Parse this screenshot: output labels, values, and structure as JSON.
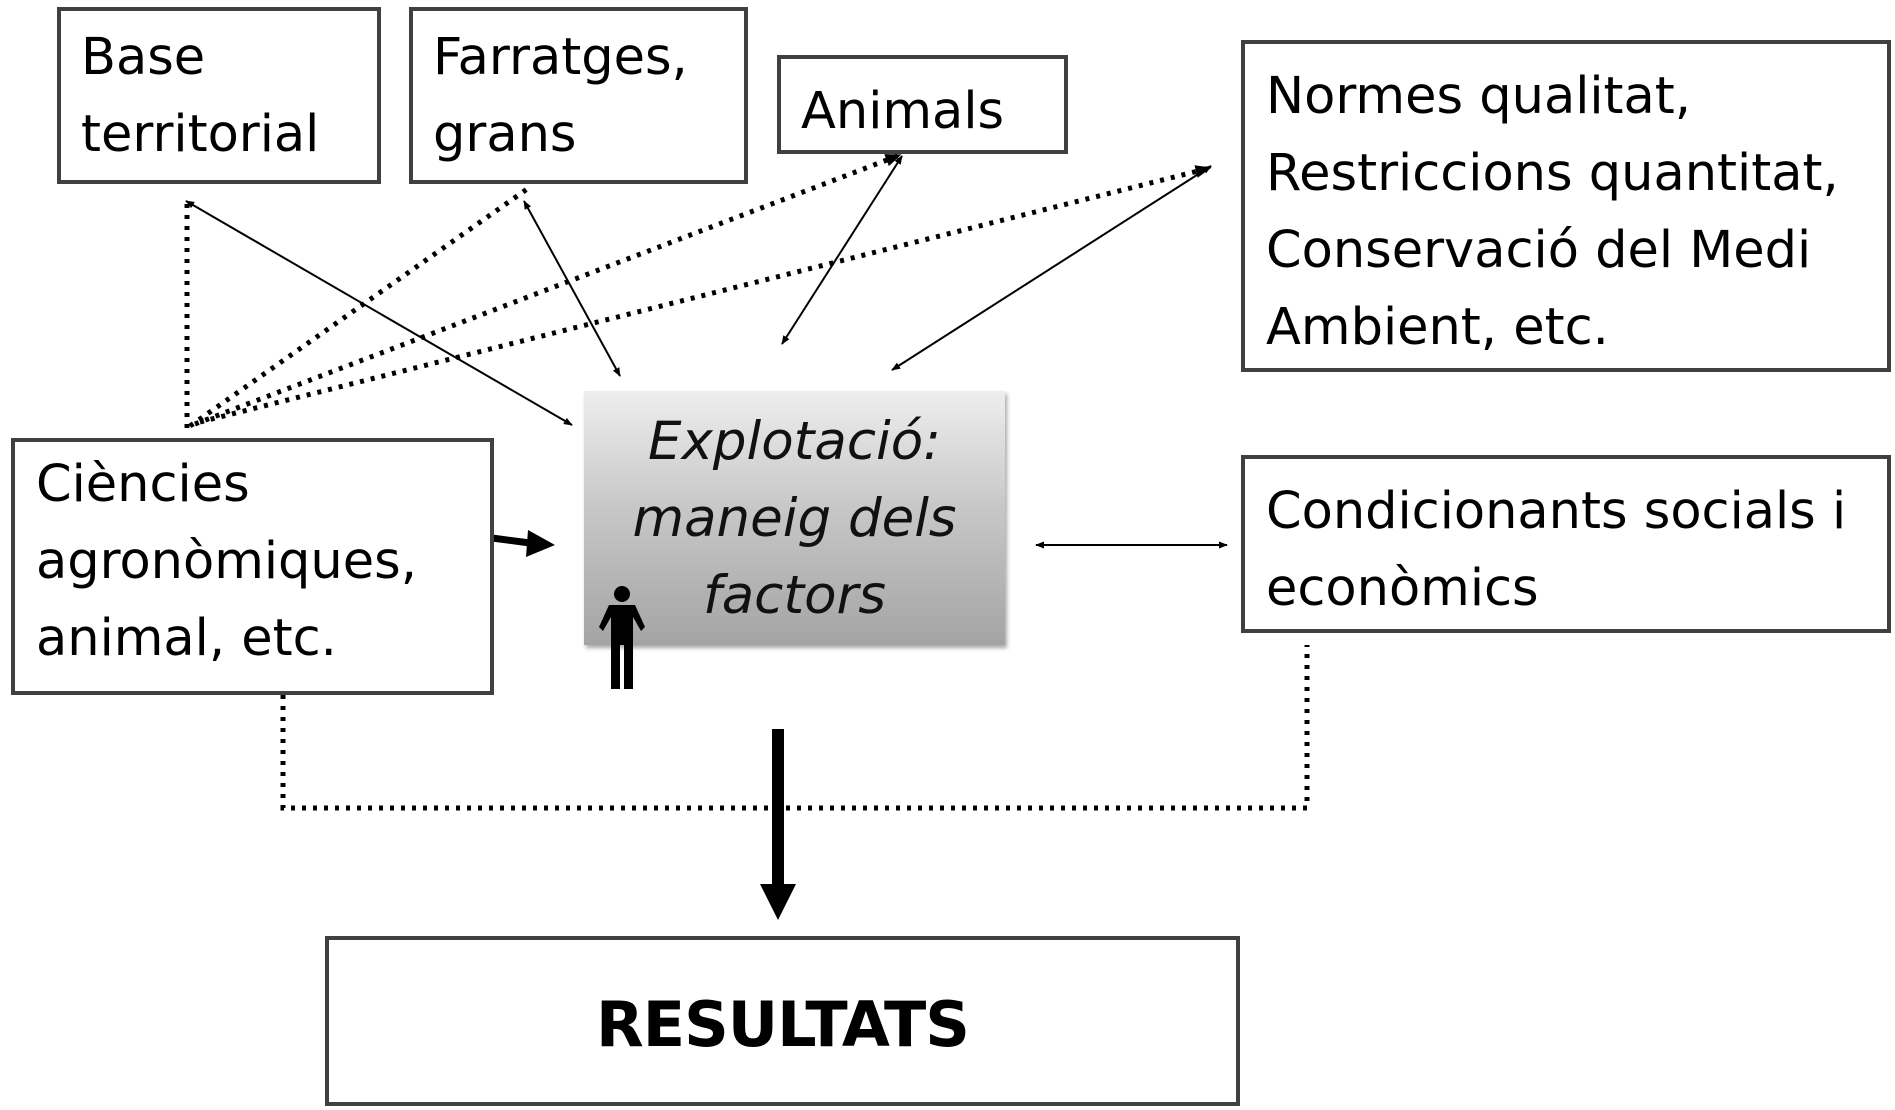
{
  "boxes": {
    "base_territorial": "Base\nterritorial",
    "farratges": "Farratges,\ngrans",
    "animals": "Animals",
    "normes": "Normes qualitat,\nRestriccions quantitat,\nConservació del Medi\nAmbient, etc.",
    "ciencies": "Ciències\nagronòmiques,\nanimal, etc.",
    "explotacio": "Explotació:\nmaneig dels\nfactors",
    "condicionants": "Condicionants socials i\neconòmics",
    "resultats": "RESULTATS"
  },
  "icons": {
    "person": "person-icon"
  },
  "colors": {
    "border": "#404040",
    "connector": "#000000",
    "explotacio_gradient_top": "#eeeeee",
    "explotacio_gradient_bottom": "#a4a4a4"
  }
}
